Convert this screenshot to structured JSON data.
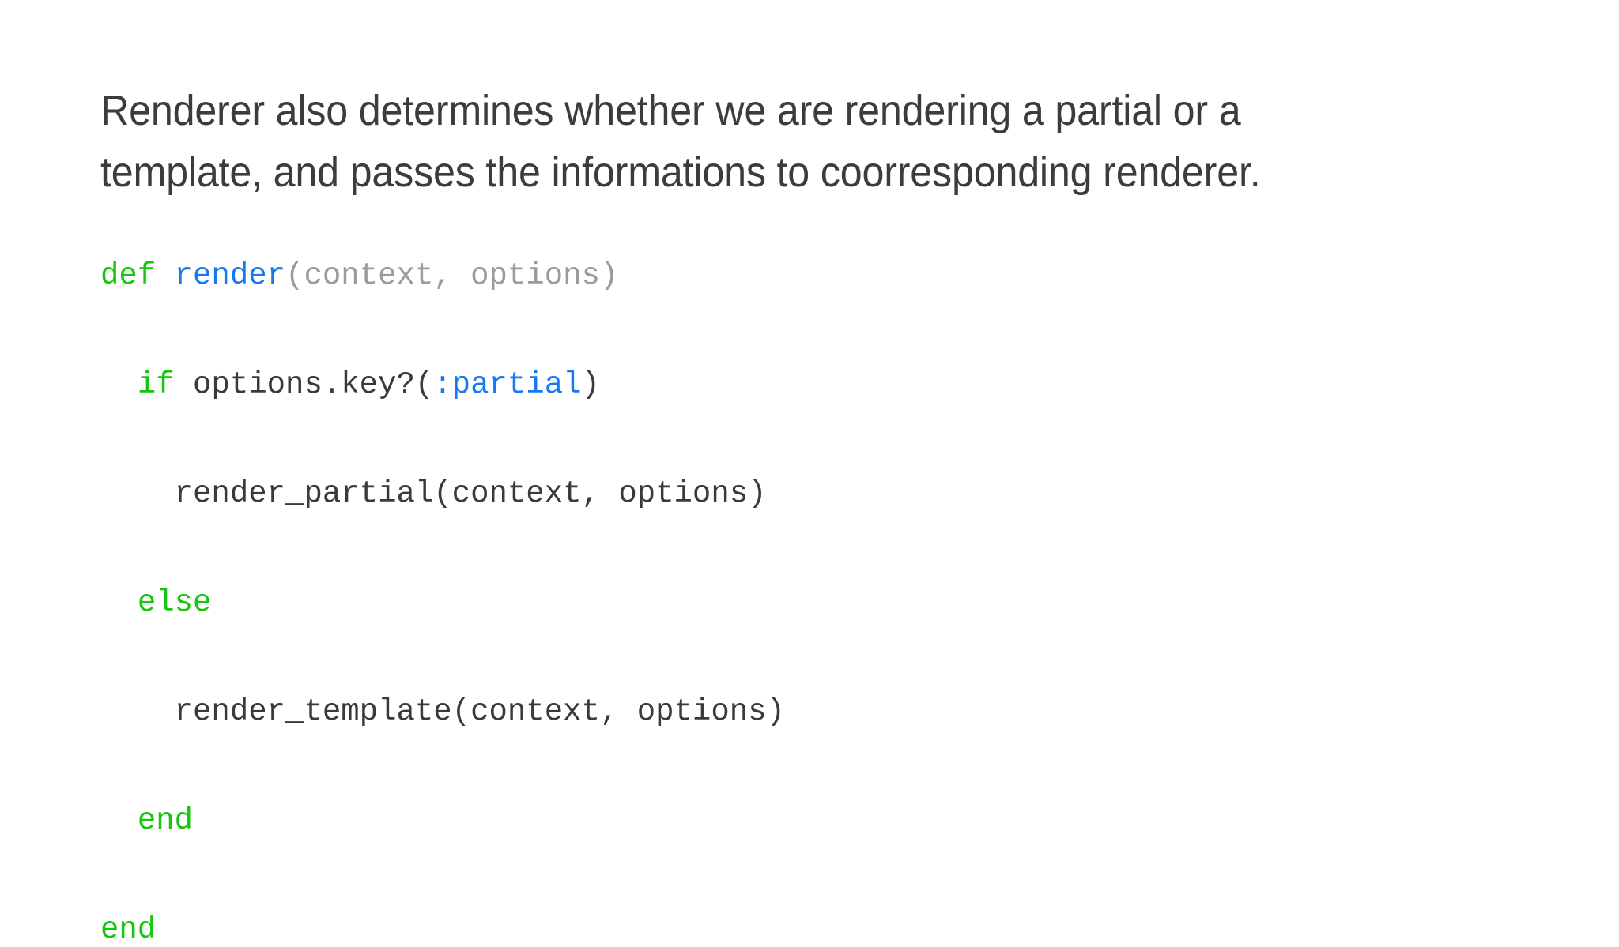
{
  "slide": {
    "background_color": "#ffffff",
    "heading": "Renderer also determines whether we are rendering a partial or a\ntemplate, and passes the informations to coorresponding renderer.",
    "heading_color": "#3c3c3c"
  },
  "palette": {
    "keyword_green": "#16c60c",
    "method_blue": "#1878f0",
    "symbol_blue": "#1878f0",
    "muted_gray": "#9b9b9b",
    "plain_text": "#3a3a3a"
  },
  "code": {
    "language": "ruby",
    "lines": [
      {
        "indent": "",
        "tokens": [
          {
            "text": "def",
            "type": "keyword"
          },
          {
            "text": " ",
            "type": "plain"
          },
          {
            "text": "render",
            "type": "method"
          },
          {
            "text": "(context, options)",
            "type": "muted"
          }
        ]
      },
      {
        "indent": "  ",
        "tokens": [
          {
            "text": "if",
            "type": "keyword"
          },
          {
            "text": " options.key?(",
            "type": "plain"
          },
          {
            "text": ":partial",
            "type": "symbol"
          },
          {
            "text": ")",
            "type": "plain"
          }
        ]
      },
      {
        "indent": "    ",
        "tokens": [
          {
            "text": "render_partial(context, options)",
            "type": "plain"
          }
        ]
      },
      {
        "indent": "  ",
        "tokens": [
          {
            "text": "else",
            "type": "keyword"
          }
        ]
      },
      {
        "indent": "    ",
        "tokens": [
          {
            "text": "render_template(context, options)",
            "type": "plain"
          }
        ]
      },
      {
        "indent": "  ",
        "tokens": [
          {
            "text": "end",
            "type": "keyword"
          }
        ]
      },
      {
        "indent": "",
        "tokens": [
          {
            "text": "end",
            "type": "keyword"
          }
        ]
      }
    ]
  }
}
